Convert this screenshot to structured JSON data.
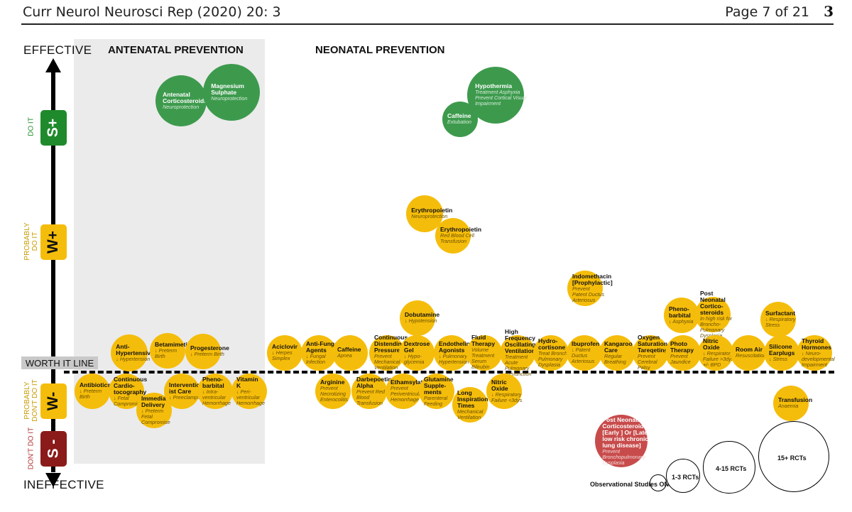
{
  "header": {
    "journal": "Curr Neurol Neurosci Rep (2020) 20: 3",
    "page": "Page 7 of 21",
    "page_number": "3"
  },
  "axis": {
    "top": "EFFECTIVE",
    "bottom": "INEFFECTIVE",
    "worth_line": "WORTH IT LINE"
  },
  "sections": {
    "antenatal": "ANTENATAL PREVENTION",
    "neonatal": "NEONATAL PREVENTION"
  },
  "grades": [
    {
      "code": "S+",
      "label": "DO IT",
      "color": "#1f8a2c",
      "label_color": "#1f8a2c"
    },
    {
      "code": "W+",
      "label": "PROBABLY DO IT",
      "color": "#f5bd0b",
      "label_color": "#c99a00"
    },
    {
      "code": "W-",
      "label": "PROBABLY DON'T DO IT",
      "color": "#f5bd0b",
      "label_color": "#c99a00"
    },
    {
      "code": "S -",
      "label": "DON'T DO IT",
      "color": "#8b1a1a",
      "label_color": "#b23030"
    }
  ],
  "interventions": [
    {
      "name": "Antenatal Corticosteroids",
      "note": "Neuroprotection"
    },
    {
      "name": "Magnesium Sulphate",
      "note": "Neuroprotection"
    },
    {
      "name": "Hypothermia",
      "note": "Treatment Asphyxia Prevent Cortical Visual Impairment"
    },
    {
      "name": "Caffeine",
      "note": "Extubation"
    },
    {
      "name": "Erythropoietin",
      "note": "Neuroprotection"
    },
    {
      "name": "Erythropoietin",
      "note": "Red Blood Cell Transfusion"
    },
    {
      "name": "Indomethacin [Prophylactic]",
      "note": "Prevent Patent Ductus Arteriosus"
    },
    {
      "name": "Post Neonatal Cortico-steroids",
      "note": "In high risk for Broncho-Pulmonary Dysplasia"
    },
    {
      "name": "Pheno-barbital",
      "note": "↓ Asphyxia"
    },
    {
      "name": "Surfactant",
      "note": "↓ Respiratory Stress"
    },
    {
      "name": "Dobutamine",
      "note": "↓ Hypotension"
    },
    {
      "name": "Anti-Hypertensives",
      "note": "↓ Hypertension"
    },
    {
      "name": "Betamimetics",
      "note": "↓ Preterm Birth"
    },
    {
      "name": "Progesterone",
      "note": "↓ Preterm Birth"
    },
    {
      "name": "Aciclovir",
      "note": "↓ Herpes Simplex"
    },
    {
      "name": "Anti-Fungal Agents",
      "note": "↓ Fungal Infection"
    },
    {
      "name": "Caffeine",
      "note": "Apnea"
    },
    {
      "name": "Continuous Distending Pressure",
      "note": "Prevent Mechanical Ventilation"
    },
    {
      "name": "Dextrose Gel",
      "note": "↓ Hypo-glycemia"
    },
    {
      "name": "Endothelin Agonists",
      "note": "↓ Pulmonary Hypertension"
    },
    {
      "name": "Fluid Therapy",
      "note": "Volume Treatment Serum Bilirubin"
    },
    {
      "name": "High Frequency Oscillating Ventilation",
      "note": "Treatment Acute Pulmonary Dysfunction"
    },
    {
      "name": "Hydro-cortisone",
      "note": "Treat Broncho-Pulmonary Dysplasia"
    },
    {
      "name": "Ibuprofen",
      "note": "↓ Patent Ductus Arteriosus"
    },
    {
      "name": "Kangaroo Care",
      "note": "Regular Breathing"
    },
    {
      "name": "Oxygen Saturation Tareqeting",
      "note": "Prevent Cerebral Palsy"
    },
    {
      "name": "Photo Therapy",
      "note": "Prevent Jaundice"
    },
    {
      "name": "Nitric Oxide",
      "note": "↓ Respiratory Failure >3dys +/- BPD"
    },
    {
      "name": "Room Air",
      "note": "Resuscitation"
    },
    {
      "name": "Silicone Earplugs",
      "note": "↓ Stress"
    },
    {
      "name": "Thyroid Hormones",
      "note": "↓ Neuro-developmental Impairment"
    },
    {
      "name": "Antibiotics",
      "note": "↓ Preterm Birth"
    },
    {
      "name": "Continuous Cardio-tocography",
      "note": "↓ Fetal Compromise"
    },
    {
      "name": "Immediate Delivery",
      "note": "↓ Preterm Fetal Compromise"
    },
    {
      "name": "Intervention-ist Care",
      "note": "↓ Preeclampsia"
    },
    {
      "name": "Pheno-barbital",
      "note": "↓ Intra-ventricular Hemorrhage"
    },
    {
      "name": "Vitamin K",
      "note": "↓ Peri-ventricular Hemorrhage"
    },
    {
      "name": "Arginine",
      "note": "Prevent Necrotizing Enterocolitis"
    },
    {
      "name": "Darbepoetin Alpha",
      "note": "Prevent Red Blood Transfusion"
    },
    {
      "name": "Ethamsylate",
      "note": "Prevent Periventricular Hemorrhage"
    },
    {
      "name": "Glutamine Supple-ments",
      "note": "Parenteral Feeding"
    },
    {
      "name": "Long Inspiration Times",
      "note": "Mechanical Ventilation"
    },
    {
      "name": "Nitric Oxide",
      "note": "↓ Respiratory Failure <3dys"
    },
    {
      "name": "Transfusion",
      "note": "Anaemia"
    },
    {
      "name": "Post Neonatal Corticosteroids [Early ] Or [Late low risk chronic lung disease]",
      "note": "Prevent Bronchopulmonary Dysplasia"
    }
  ],
  "legend": [
    {
      "label": "Observational Studies ONLY"
    },
    {
      "label": "1-3 RCTs"
    },
    {
      "label": "4-15 RCTs"
    },
    {
      "label": "15+ RCTs"
    }
  ]
}
